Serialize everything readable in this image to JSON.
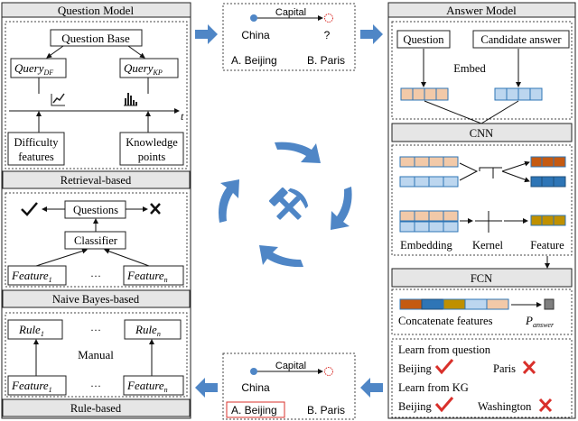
{
  "question_model": {
    "title": "Question Model",
    "question_base": "Question Base",
    "query_df": "Query",
    "query_df_sub": "DF",
    "query_kp": "Query",
    "query_kp_sub": "KP",
    "axis_t": "t",
    "difficulty_line1": "Difficulty",
    "difficulty_line2": "features",
    "knowledge_line1": "Knowledge",
    "knowledge_line2": "points",
    "retrieval_label": "Retrieval-based",
    "questions": "Questions",
    "classifier": "Classifier",
    "feature": "Feature",
    "feature_sub1": "1",
    "feature_subn": "n",
    "ellipsis": "···",
    "naive_label": "Naive Bayes-based",
    "rule": "Rule",
    "rule_sub1": "1",
    "rule_subn": "n",
    "manual": "Manual",
    "rule_label": "Rule-based"
  },
  "kg_top": {
    "relation": "Capital",
    "subject": "China",
    "object": "?",
    "option_a": "A. Beijing",
    "option_b": "B. Paris"
  },
  "kg_bottom": {
    "relation": "Capital",
    "subject": "China",
    "option_a": "A. Beijing",
    "option_b": "B. Paris"
  },
  "answer_model": {
    "title": "Answer Model",
    "question": "Question",
    "candidate": "Candidate answer",
    "embed": "Embed",
    "cnn": "CNN",
    "embedding": "Embedding",
    "kernel": "Kernel",
    "feature": "Feature",
    "fcn": "FCN",
    "concat": "Concatenate features",
    "p": "P",
    "p_sub": "answer",
    "learn_q": "Learn from question",
    "beijing1": "Beijing",
    "paris": "Paris",
    "learn_kg": "Learn from KG",
    "beijing2": "Beijing",
    "washington": "Washington"
  },
  "colors": {
    "arrow_blue": "#4f86c6",
    "orange_cell": "#f2c9a8",
    "blue_cell": "#bcd6ef",
    "dark_orange": "#c55a11",
    "dark_blue": "#2e75b6",
    "gold": "#bf9000",
    "check_red": "#d9302b",
    "header_gray": "#e6e6e6"
  }
}
